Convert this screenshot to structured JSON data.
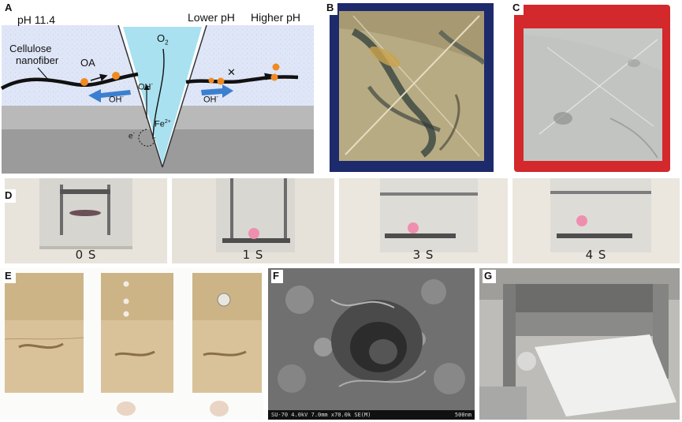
{
  "panels": {
    "A": {
      "label": "A",
      "ph_left": "pH 11.4",
      "ph_lower": "Lower pH",
      "ph_higher": "Higher pH",
      "cellulose": "Cellulose",
      "nanofiber": "nanofiber",
      "oa": "OA",
      "o2": "O",
      "o2_sub": "2",
      "oh": "OH",
      "oh_sup": "-",
      "fe": "Fe",
      "fe_sup": "2+",
      "e": "e",
      "e_sup": "-",
      "cross": "✕"
    },
    "B": {
      "label": "B"
    },
    "C": {
      "label": "C"
    },
    "D": {
      "label": "D",
      "frames": [
        {
          "time": "0 S",
          "drop": "flat"
        },
        {
          "time": "1 S",
          "drop": "bead"
        },
        {
          "time": "3 S",
          "drop": "bead"
        },
        {
          "time": "4 S",
          "drop": "bead"
        }
      ]
    },
    "E": {
      "label": "E"
    },
    "F": {
      "label": "F",
      "sem_info": "SU-70 4.0kV 7.0mm x70.0k SE(M)",
      "scale": "500nm"
    },
    "G": {
      "label": "G"
    }
  },
  "colors": {
    "oa_dot": "#f08a24",
    "arrow_blue": "#3b7fd0",
    "pit_fill": "#8fd3ea",
    "frame_blue": "#1d2a6b",
    "frame_red": "#d3282c",
    "drop_pink": "#ef8fb0"
  }
}
